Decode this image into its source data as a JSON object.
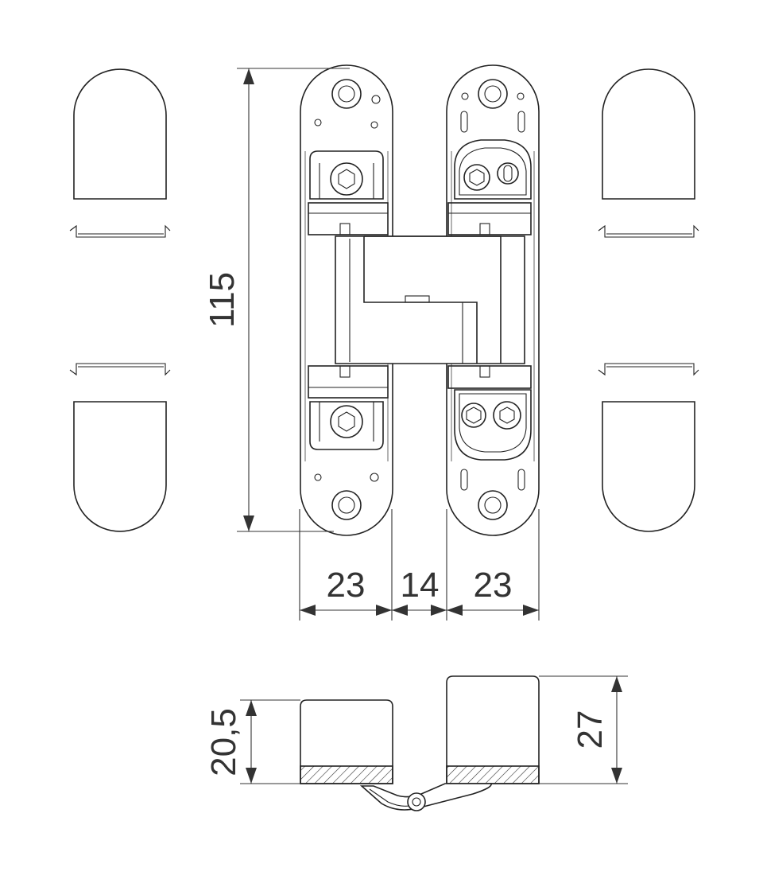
{
  "dimensions": {
    "height": "115",
    "width_left": "23",
    "width_gap": "14",
    "width_right": "23",
    "depth_left": "20,5",
    "depth_right": "27"
  },
  "colors": {
    "line": "#222222",
    "dimension": "#333333",
    "background": "#ffffff"
  }
}
